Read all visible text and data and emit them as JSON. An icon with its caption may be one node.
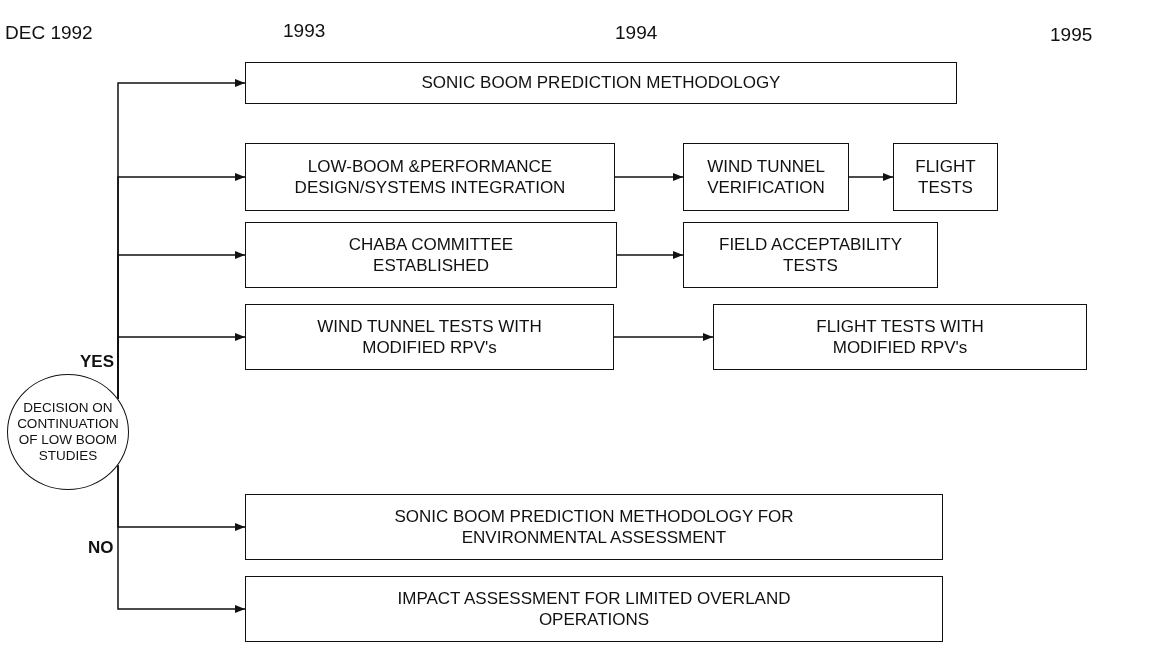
{
  "diagram": {
    "nodes": [
      {
        "text": [
          "SONIC BOOM PREDICTION METHODOLOGY"
        ]
      },
      {
        "text": [
          "LOW-BOOM &PERFORMANCE DESIGN/SYSTEMS INTEGRATION"
        ]
      },
      {
        "text": [
          "WIND TUNNEL VERIFICATION"
        ]
      },
      {
        "text": [
          "FLIGHT TESTS"
        ]
      },
      {
        "text": [
          "CHABA COMMITTEE ESTABLISHED"
        ]
      },
      {
        "text": [
          "FIELD ACCEPTABILITY TESTS"
        ]
      },
      {
        "text": [
          "WIND TUNNEL TESTS WITH MODIFIED RPV's"
        ]
      },
      {
        "text": [
          "FLIGHT TESTS WITH MODIFIED RPV's"
        ]
      },
      {
        "text": [
          "DECISION ON CONTINUATION OF LOW BOOM STUDIES"
        ]
      },
      {
        "text": [
          "SONIC BOOM PREDICTION METHODOLOGY FOR ENVIRONMENTAL ASSESSMENT"
        ]
      },
      {
        "text": [
          "IMPACT ASSESSMENT FOR LIMITED OVERLAND OPERATIONS"
        ]
      }
    ],
    "edges": [
      {
        "from": 8,
        "to": 0,
        "arrow": "to"
      },
      {
        "from": 8,
        "to": 1,
        "arrow": "to"
      },
      {
        "from": 8,
        "to": 4,
        "arrow": "to"
      },
      {
        "from": 8,
        "to": 6,
        "arrow": "to"
      },
      {
        "from": 1,
        "to": 2,
        "arrow": "to"
      },
      {
        "from": 2,
        "to": 3,
        "arrow": "to"
      },
      {
        "from": 4,
        "to": 5,
        "arrow": "to"
      },
      {
        "from": 6,
        "to": 7,
        "arrow": "to"
      },
      {
        "from": 8,
        "to": 9,
        "arrow": "to"
      },
      {
        "from": 8,
        "to": 10,
        "arrow": "to"
      }
    ],
    "labels": [
      "DEC 1992",
      "1993",
      "1994",
      "1995",
      "YES",
      "NO"
    ]
  }
}
